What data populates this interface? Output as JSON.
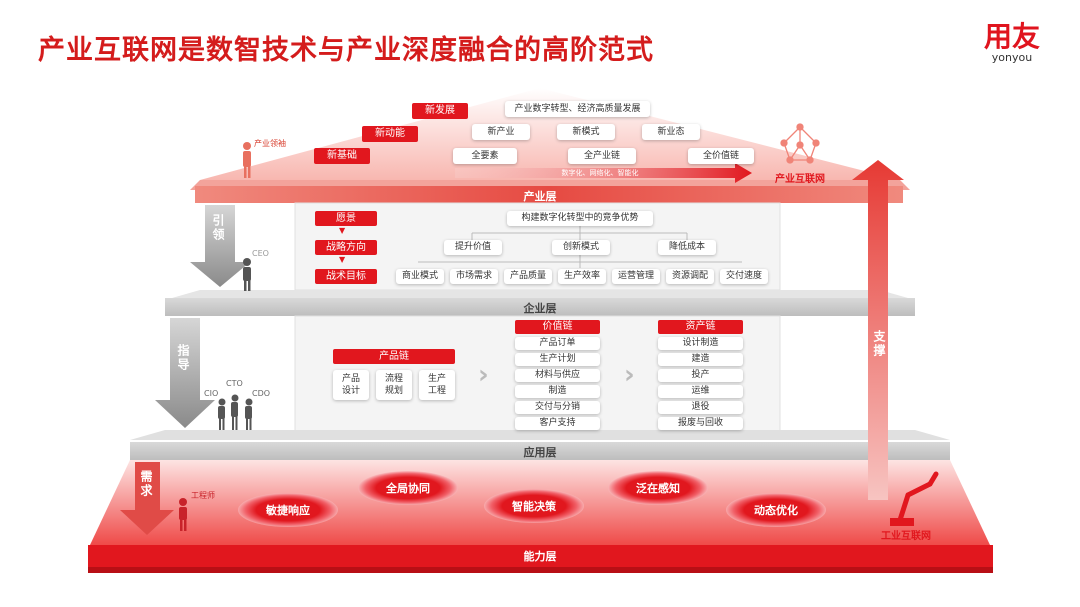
{
  "header": {
    "title": "产业互联网是数智技术与产业深度融合的高阶范式",
    "logo_cn": "用友",
    "logo_en": "yonyou"
  },
  "roof": {
    "left_role": "产业领袖",
    "right_badge": "产业互联网",
    "rows": [
      {
        "tag": "新发展",
        "items": [
          "产业数字转型、经济高质量发展"
        ]
      },
      {
        "tag": "新动能",
        "items": [
          "新产业",
          "新模式",
          "新业态"
        ]
      },
      {
        "tag": "新基础",
        "items": [
          "全要素",
          "全产业链",
          "全价值链"
        ]
      }
    ],
    "arrow_text": "数字化、网络化、智能化",
    "layer_name": "产业层"
  },
  "enterprise": {
    "role": "CEO",
    "steps": [
      "愿景",
      "战略方向",
      "战术目标"
    ],
    "top": "构建数字化转型中的竞争优势",
    "mid": [
      "提升价值",
      "创新模式",
      "降低成本"
    ],
    "bottom": [
      "商业模式",
      "市场需求",
      "产品质量",
      "生产效率",
      "运营管理",
      "资源调配",
      "交付速度"
    ],
    "layer_name": "企业层"
  },
  "application": {
    "roles": [
      "CIO",
      "CTO",
      "CDO"
    ],
    "product_chain": {
      "title": "产品链",
      "items": [
        "产品\n设计",
        "流程\n规划",
        "生产\n工程"
      ]
    },
    "value_chain": {
      "title": "价值链",
      "items": [
        "产品订单",
        "生产计划",
        "材料与供应",
        "制造",
        "交付与分销",
        "客户支持"
      ]
    },
    "asset_chain": {
      "title": "资产链",
      "items": [
        "设计制造",
        "建造",
        "投产",
        "运维",
        "退役",
        "报废与回收"
      ]
    },
    "layer_name": "应用层"
  },
  "capability": {
    "role": "工程师",
    "abilities": [
      "敏捷响应",
      "全局协同",
      "智能决策",
      "泛在感知",
      "动态优化"
    ],
    "right_badge": "工业互联网",
    "layer_name": "能力层"
  },
  "side_arrows": {
    "lead": "引领",
    "guide": "指导",
    "demand": "需求",
    "support": "支撑"
  },
  "colors": {
    "brand_red": "#e1171e",
    "title_red": "#d41c1c",
    "gray_arrow": "#9a9a9a"
  }
}
